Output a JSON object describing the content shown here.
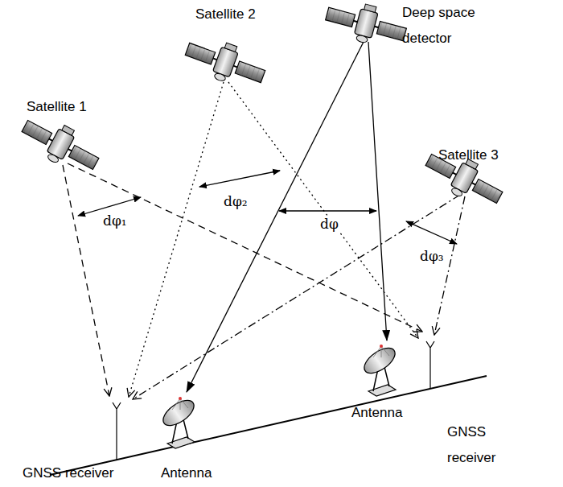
{
  "diagram": {
    "labels": [
      "Satellite 2",
      "Deep space detector",
      "Satellite 1",
      "Satellite 3",
      "dφ₂",
      "dφ₁",
      "dφ",
      "dφ₃",
      "GNSS receiver",
      "Antenna",
      "Antenna",
      "GNSS receiver"
    ]
  }
}
